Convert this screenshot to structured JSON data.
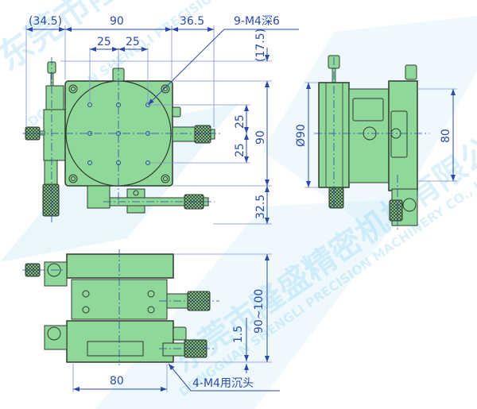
{
  "drawing": {
    "title": "XYZ Stage Dimensional Drawing",
    "colors": {
      "part_fill": "#8fd89a",
      "part_stroke": "#2f3a2f",
      "dimension": "#2a4aa8",
      "watermark": "#7fcdf0"
    },
    "watermark": {
      "cn_text": "东莞市隆盛精密机械有限公司",
      "en_text": "DONGGUAN SHENGLI PRECISION MACHINERY CO., LTD"
    },
    "top_view": {
      "dims": {
        "left_offset": "(34.5)",
        "width": "90",
        "right_offset": "36.5",
        "hole_pitch_x1": "25",
        "hole_pitch_x2": "25",
        "callout": "9-M4深6",
        "top_offset": "(17.5)",
        "hole_pitch_y1": "25",
        "hole_pitch_y2": "25",
        "height": "90",
        "bottom_offset": "32.5"
      }
    },
    "side_view": {
      "dims": {
        "diameter": "Ø90",
        "height": "80"
      }
    },
    "front_view": {
      "dims": {
        "width": "80",
        "total_height": "90~100",
        "base_step": "1.5",
        "callout": "4-M4用沉头"
      }
    }
  }
}
